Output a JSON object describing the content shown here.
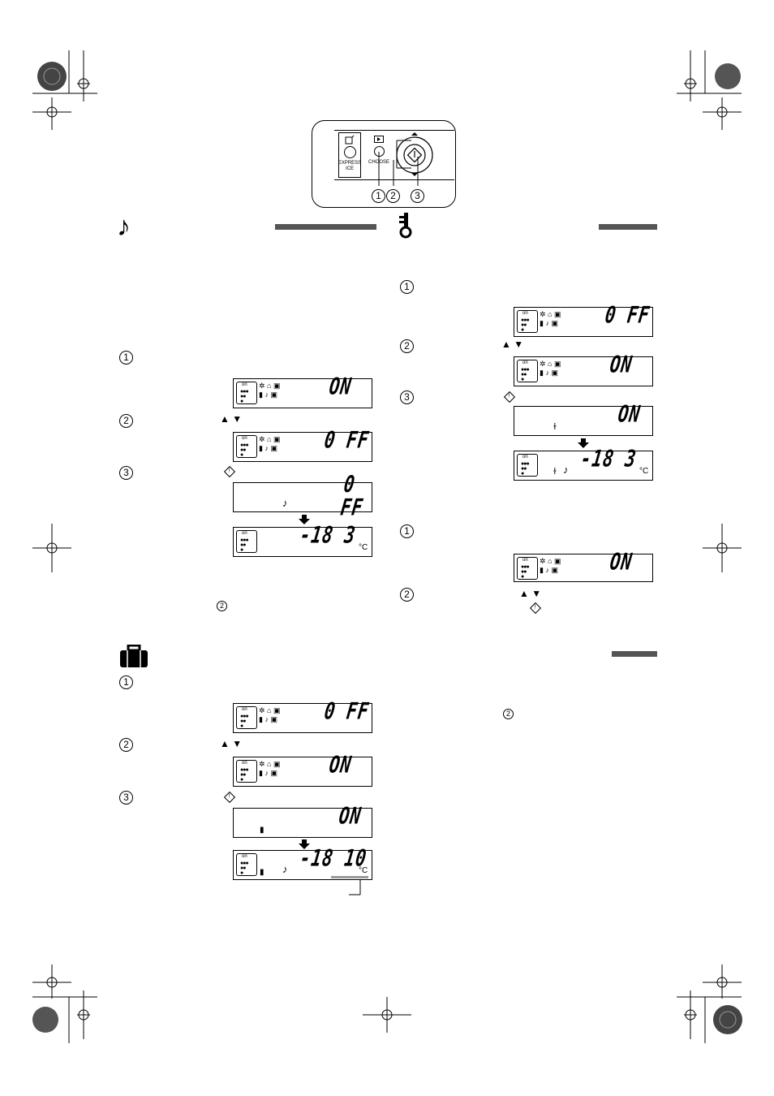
{
  "control_panel": {
    "express_ice_label": "EXPRESS ICE",
    "choose_label": "CHOOSE",
    "callouts": [
      "1",
      "2",
      "3"
    ]
  },
  "icons": {
    "sound_section": "music-note-icon",
    "lock_section": "key-icon",
    "holiday_section": "suitcase-icon",
    "step_arrows": "up-down-triangle-icon",
    "set_button": "diamond-set-icon",
    "transition": "down-arrow-icon"
  },
  "grape_label": "on",
  "sound_section": {
    "steps": [
      "1",
      "2",
      "3"
    ],
    "displays": [
      {
        "value": "ON"
      },
      {
        "value": "0 FF"
      },
      {
        "value": "0 FF"
      },
      {
        "value": "-18  3",
        "unit": "°C"
      }
    ],
    "note_ref": "2"
  },
  "holiday_section": {
    "steps": [
      "1",
      "2",
      "3"
    ],
    "displays": [
      {
        "value": "0 FF"
      },
      {
        "value": "ON"
      },
      {
        "value": "ON"
      },
      {
        "value": "-18 10",
        "unit": "°C"
      }
    ]
  },
  "lock_section": {
    "steps": [
      "1",
      "2",
      "3"
    ],
    "displays": [
      {
        "value": "0 FF"
      },
      {
        "value": "ON"
      },
      {
        "value": "ON"
      },
      {
        "value": "-18  3",
        "unit": "°C"
      }
    ]
  },
  "unlock_section": {
    "steps": [
      "1",
      "2"
    ],
    "displays": [
      {
        "value": "ON"
      }
    ]
  },
  "note_section": {
    "note_ref": "2"
  }
}
